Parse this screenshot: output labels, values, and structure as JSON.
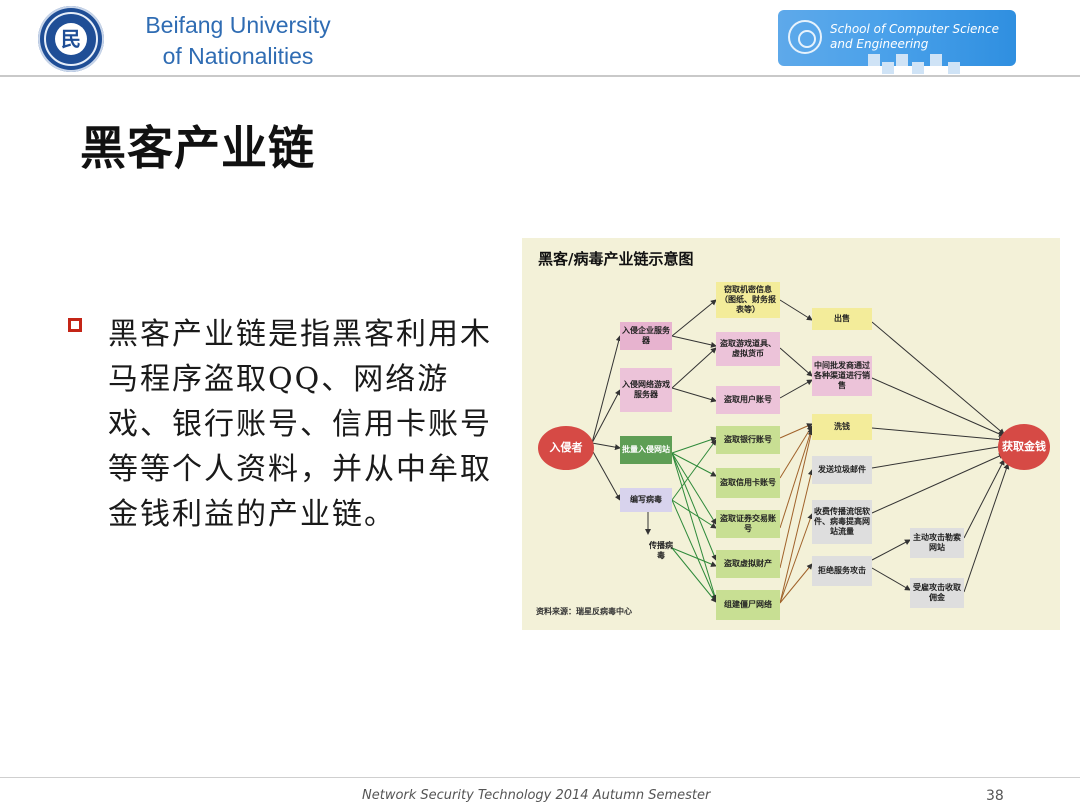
{
  "header": {
    "logo_glyph": "民",
    "university_line1": "Beifang University",
    "university_line2": "of Nationalities",
    "school_line1": "School of Computer Science",
    "school_line2": "and Engineering"
  },
  "slide": {
    "title": "黑客产业链",
    "bullet_text": "黑客产业链是指黑客利用木马程序盗取QQ、网络游戏、银行账号、信用卡账号等等个人资料，并从中牟取金钱利益的产业链。"
  },
  "diagram": {
    "title": "黑客/病毒产业链示意图",
    "source": "资料来源：瑞星反病毒中心",
    "invader": "入侵者",
    "money": "获取金钱",
    "entry": [
      "入侵企业服务器",
      "入侵网络游戏服务器",
      "批量入侵网站",
      "编写病毒",
      "传播病毒"
    ],
    "steal": [
      "窃取机密信息（图纸、财务报表等）",
      "盗取游戏道具、虚拟货币",
      "盗取用户账号",
      "盗取银行账号",
      "盗取信用卡账号",
      "盗取证券交易账号",
      "盗取虚拟财产",
      "组建僵尸网络"
    ],
    "monetize": [
      "出售",
      "中间批发商通过各种渠道进行销售",
      "洗钱",
      "发送垃圾邮件",
      "收费传播流氓软件、病毒提高网站流量",
      "拒绝服务攻击"
    ],
    "attack": [
      "主动攻击勒索网站",
      "受雇攻击收取佣金"
    ]
  },
  "footer": {
    "course": "Network Security Technology 2014 Autumn Semester",
    "page": "38"
  },
  "colors": {
    "accent_blue": "#2f6cb3",
    "bullet_red": "#c42517",
    "diagram_bg": "#f3f1d8"
  }
}
